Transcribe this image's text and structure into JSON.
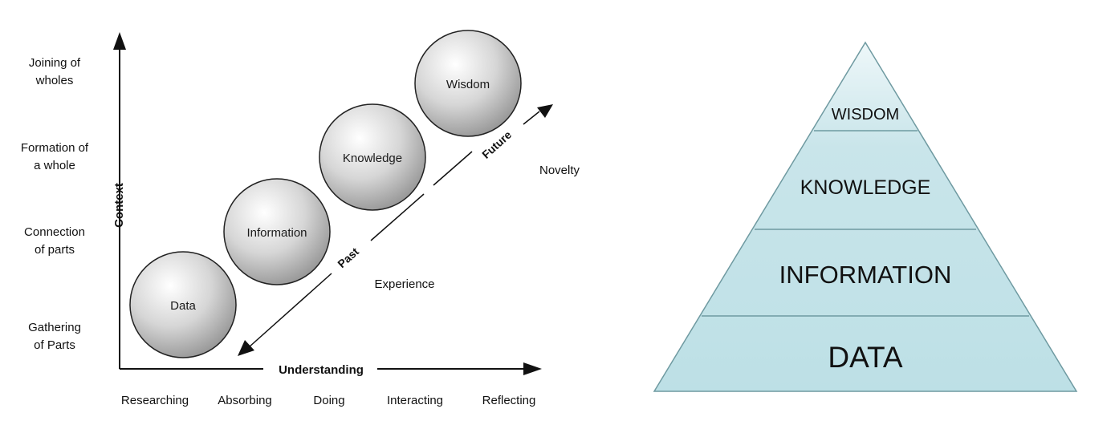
{
  "understanding_diagram": {
    "y_axis_title": "Context",
    "x_axis_title": "Understanding",
    "y_levels": [
      {
        "line1": "Joining of",
        "line2": "wholes"
      },
      {
        "line1": "Formation of",
        "line2": "a whole"
      },
      {
        "line1": "Connection",
        "line2": "of parts"
      },
      {
        "line1": "Gathering",
        "line2": "of Parts"
      }
    ],
    "x_levels": [
      "Researching",
      "Absorbing",
      "Doing",
      "Interacting",
      "Reflecting"
    ],
    "stages": [
      "Data",
      "Information",
      "Knowledge",
      "Wisdom"
    ],
    "arrow_past_label": "Past",
    "arrow_future_label": "Future",
    "experience_label": "Experience",
    "novelty_label": "Novelty"
  },
  "pyramid": {
    "fill_color": "#c2e2e7",
    "tiers": [
      {
        "label": "WISDOM"
      },
      {
        "label": "KNOWLEDGE"
      },
      {
        "label": "INFORMATION"
      },
      {
        "label": "DATA"
      }
    ]
  }
}
